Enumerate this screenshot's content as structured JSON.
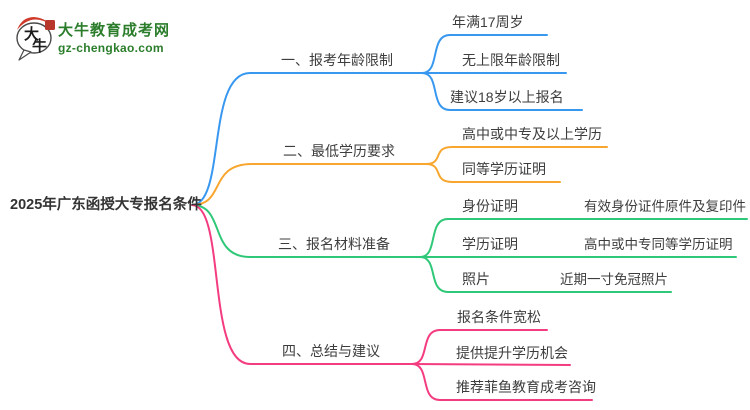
{
  "site": {
    "logo_char_top": "大",
    "logo_char_bottom": "牛",
    "name": "大牛教育成考网",
    "domain": "gz-chengkao.com"
  },
  "colors": {
    "brand_green": "#2b7d2b",
    "logo_red": "#cf3a2a",
    "text": "#3d3d3d",
    "branch_blue": "#3898f0",
    "branch_orange": "#f8a62e",
    "branch_green": "#2fc878",
    "branch_pink": "#f43c80"
  },
  "mindmap": {
    "root": "2025年广东函授大专报名条件",
    "branches": [
      {
        "label": "一、报考年龄限制",
        "color": "#3898f0",
        "children": [
          {
            "label": "年满17周岁"
          },
          {
            "label": "无上限年龄限制"
          },
          {
            "label": "建议18岁以上报名"
          }
        ]
      },
      {
        "label": "二、最低学历要求",
        "color": "#f8a62e",
        "children": [
          {
            "label": "高中或中专及以上学历"
          },
          {
            "label": "同等学历证明"
          }
        ]
      },
      {
        "label": "三、报名材料准备",
        "color": "#2fc878",
        "children": [
          {
            "label": "身份证明",
            "children": [
              {
                "label": "有效身份证件原件及复印件"
              }
            ]
          },
          {
            "label": "学历证明",
            "children": [
              {
                "label": "高中或中专同等学历证明"
              }
            ]
          },
          {
            "label": "照片",
            "children": [
              {
                "label": "近期一寸免冠照片"
              }
            ]
          }
        ]
      },
      {
        "label": "四、总结与建议",
        "color": "#f43c80",
        "children": [
          {
            "label": "报名条件宽松"
          },
          {
            "label": "提供提升学历机会"
          },
          {
            "label": "推荐菲鱼教育成考咨询"
          }
        ]
      }
    ]
  }
}
